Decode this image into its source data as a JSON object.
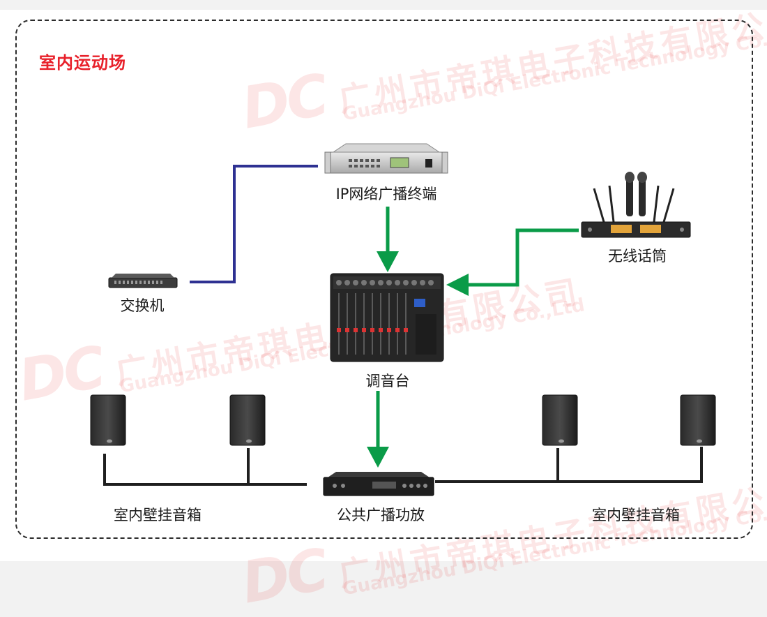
{
  "title": "室内运动场",
  "watermark": {
    "logo": "DC",
    "cn": "广州市帝琪电子科技有限公司",
    "en": "Guangzhou DiQi Electronic Technology Co.,Ltd"
  },
  "nodes": {
    "ip_terminal": "IP网络广播终端",
    "switch": "交换机",
    "wireless_mic": "无线话筒",
    "mixer": "调音台",
    "amplifier": "公共广播功放",
    "speakers_left": "室内壁挂音箱",
    "speakers_right": "室内壁挂音箱"
  },
  "colors": {
    "title": "#e8202a",
    "network_line": "#2e3192",
    "audio_arrow": "#0a9b48",
    "speaker_line": "#1f1f1f"
  }
}
